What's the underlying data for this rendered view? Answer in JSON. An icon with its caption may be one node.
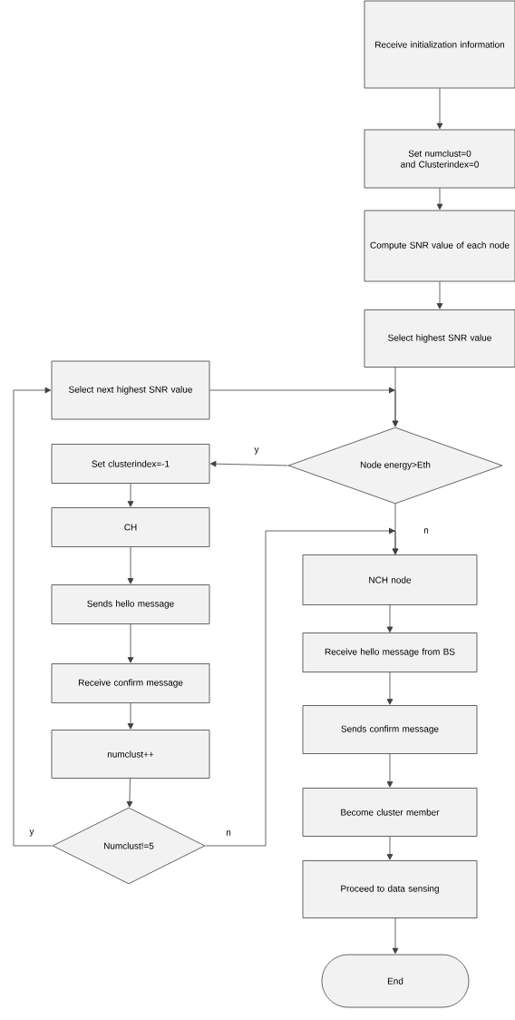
{
  "diagram": {
    "nodes": [
      {
        "text": [
          "Receive initialization information"
        ]
      },
      {
        "text": [
          "Set numclust=0 and Clusterindex=0"
        ]
      },
      {
        "text": [
          "Compute SNR value of each node"
        ]
      },
      {
        "text": [
          "Select highest SNR value"
        ]
      },
      {
        "text": [
          "Select next highest SNR value"
        ]
      },
      {
        "text": [
          "Node energy>Eth"
        ]
      },
      {
        "text": [
          "Set clusterindex=-1"
        ]
      },
      {
        "text": [
          "CH"
        ]
      },
      {
        "text": [
          "Sends hello message"
        ]
      },
      {
        "text": [
          "Receive confirm message"
        ]
      },
      {
        "text": [
          "numclust++"
        ]
      },
      {
        "text": [
          "Numclust!=5"
        ]
      },
      {
        "text": [
          "NCH node"
        ]
      },
      {
        "text": [
          "Receive hello message from BS"
        ]
      },
      {
        "text": [
          "Sends confirm message"
        ]
      },
      {
        "text": [
          "Become cluster member"
        ]
      },
      {
        "text": [
          "Proceed to data sensing"
        ]
      },
      {
        "text": [
          "End"
        ]
      }
    ],
    "edges": [
      {
        "from": 0,
        "to": 1,
        "arrow": "to"
      },
      {
        "from": 1,
        "to": 2,
        "arrow": "to"
      },
      {
        "from": 2,
        "to": 3,
        "arrow": "to"
      },
      {
        "from": 3,
        "to": 5,
        "arrow": "to"
      },
      {
        "from": 4,
        "to": 5,
        "arrow": "to"
      },
      {
        "from": 5,
        "to": 6,
        "arrow": "to",
        "label": "y"
      },
      {
        "from": 5,
        "to": 12,
        "arrow": "to",
        "label": "n"
      },
      {
        "from": 6,
        "to": 7,
        "arrow": "to"
      },
      {
        "from": 7,
        "to": 8,
        "arrow": "to"
      },
      {
        "from": 8,
        "to": 9,
        "arrow": "to"
      },
      {
        "from": 9,
        "to": 10,
        "arrow": "to"
      },
      {
        "from": 10,
        "to": 11,
        "arrow": "to"
      },
      {
        "from": 11,
        "to": 4,
        "arrow": "to",
        "label": "y"
      },
      {
        "from": 11,
        "to": 12,
        "arrow": "to",
        "label": "n"
      },
      {
        "from": 12,
        "to": 13,
        "arrow": "to"
      },
      {
        "from": 13,
        "to": 14,
        "arrow": "to"
      },
      {
        "from": 14,
        "to": 15,
        "arrow": "to"
      },
      {
        "from": 15,
        "to": 16,
        "arrow": "to"
      },
      {
        "from": 16,
        "to": 17,
        "arrow": "to"
      }
    ]
  }
}
